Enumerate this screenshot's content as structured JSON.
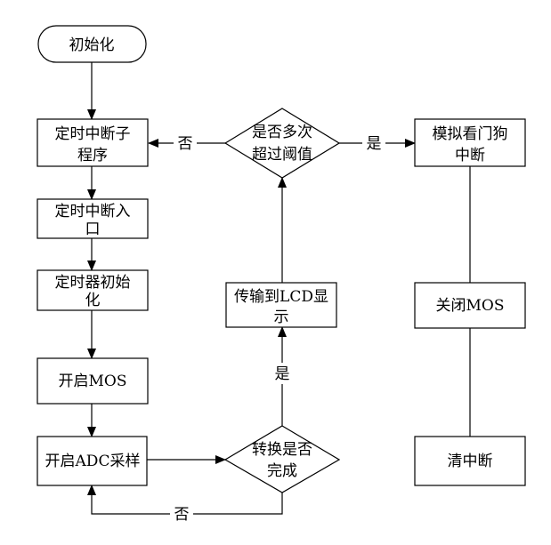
{
  "diagram": {
    "nodes": {
      "init": {
        "label": "初始化"
      },
      "timer_isr": {
        "lines": [
          "定时中断子",
          "程序"
        ]
      },
      "timer_entry": {
        "lines": [
          "定时中断入",
          "口"
        ]
      },
      "timer_init": {
        "lines": [
          "定时器初始",
          "化"
        ]
      },
      "open_mos": {
        "label": "开启MOS"
      },
      "adc_sample": {
        "label": "开启ADC采样"
      },
      "convert_done": {
        "lines": [
          "转换是否",
          "完成"
        ]
      },
      "lcd_display": {
        "lines": [
          "传输到LCD显",
          "示"
        ]
      },
      "threshold_check": {
        "lines": [
          "是否多次",
          "超过阈值"
        ]
      },
      "watchdog": {
        "lines": [
          "模拟看门狗",
          "中断"
        ]
      },
      "close_mos": {
        "label": "关闭MOS"
      },
      "clear_int": {
        "label": "清中断"
      }
    },
    "edges": {
      "threshold_no": "否",
      "threshold_yes": "是",
      "convert_yes": "是",
      "convert_no": "否"
    }
  },
  "colors": {
    "stroke": "#000000",
    "fill": "#ffffff",
    "text": "#000000"
  }
}
